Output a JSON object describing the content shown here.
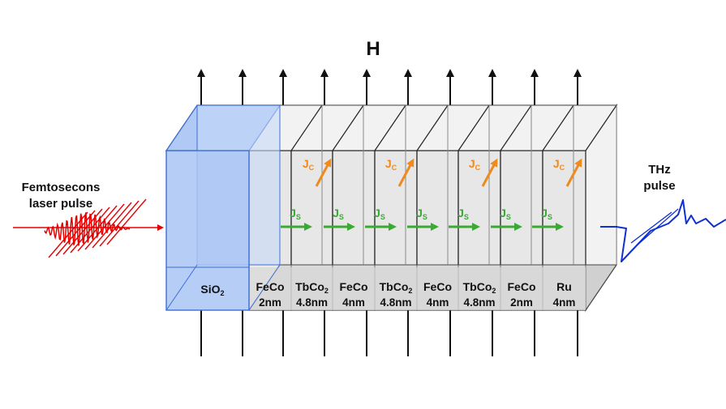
{
  "field_label": "H",
  "input_label": [
    "Femtosecons",
    "laser pulse"
  ],
  "output_label": [
    "THz",
    "pulse"
  ],
  "substrate": {
    "name": "SiO",
    "sub": "2"
  },
  "layers": [
    {
      "name": "FeCo",
      "sub": "",
      "thickness": "2nm"
    },
    {
      "name": "TbCo",
      "sub": "2",
      "thickness": "4.8nm"
    },
    {
      "name": "FeCo",
      "sub": "",
      "thickness": "4nm"
    },
    {
      "name": "TbCo",
      "sub": "2",
      "thickness": "4.8nm"
    },
    {
      "name": "FeCo",
      "sub": "",
      "thickness": "4nm"
    },
    {
      "name": "TbCo",
      "sub": "2",
      "thickness": "4.8nm"
    },
    {
      "name": "FeCo",
      "sub": "",
      "thickness": "2nm"
    },
    {
      "name": "Ru",
      "sub": "",
      "thickness": "4nm"
    }
  ],
  "spin_current": {
    "symbol": "J",
    "sub": "S",
    "count": 7
  },
  "charge_current": {
    "symbol": "J",
    "sub": "C",
    "count": 4
  },
  "colors": {
    "substrate_fill": "#a9c4f5",
    "substrate_edge": "#3f6fd6",
    "layer_fill": "#e3e3e3",
    "laser": "#e60000",
    "thz": "#1030d0",
    "spin_current": "#3aaa35",
    "charge_current": "#f08a1c"
  }
}
